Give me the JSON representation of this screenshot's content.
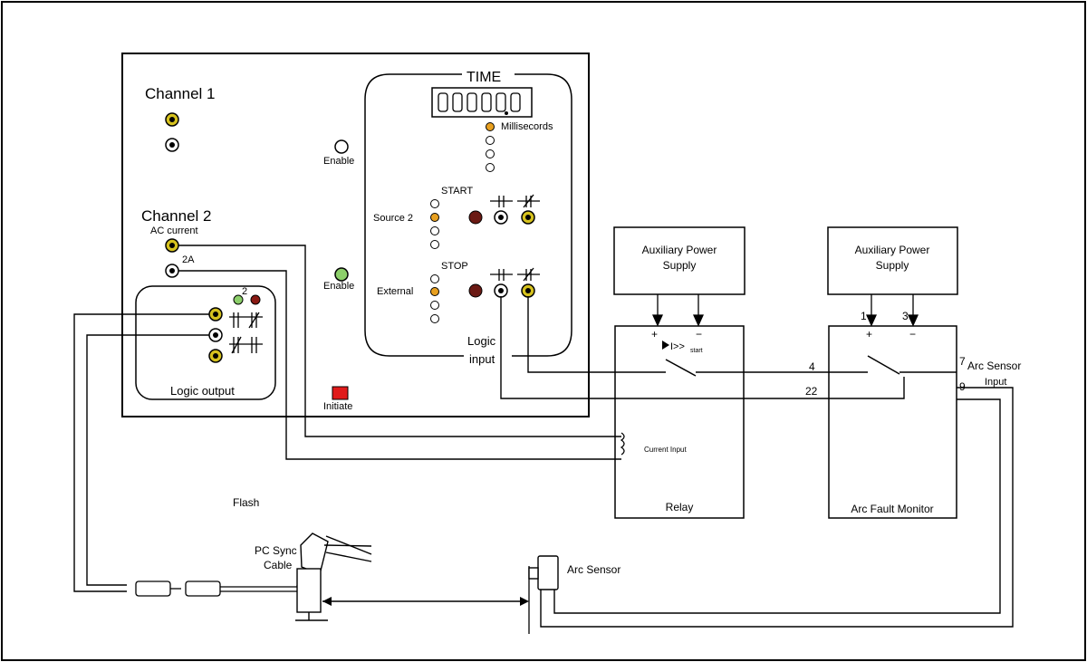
{
  "test_set": {
    "channel1": "Channel 1",
    "channel2": "Channel 2",
    "ac_current": "AC current",
    "range_2a": "2A",
    "enable_top": "Enable",
    "enable_bottom": "Enable",
    "time": "TIME",
    "milliseconds": "Millisecords",
    "start": "START",
    "stop": "STOP",
    "source2": "Source 2",
    "external": "External",
    "logic_input_1": "Logic",
    "logic_input_2": "input",
    "logic_output": "Logic output",
    "logic_output_num": "2",
    "initiate": "Initiate"
  },
  "relay": {
    "aux_supply_1": "Auxiliary Power",
    "aux_supply_2": "Supply",
    "plus": "+",
    "minus": "−",
    "start_symbol": "I>>",
    "start_sub": "start",
    "current_input": "Current Input",
    "name": "Relay"
  },
  "arc_monitor": {
    "aux_supply_1": "Auxiliary Power",
    "aux_supply_2": "Supply",
    "term1": "1",
    "term3": "3",
    "plus": "+",
    "minus": "−",
    "term4": "4",
    "term22": "22",
    "term7": "7",
    "term9": "9",
    "arc_input_1": "Arc Sensor",
    "arc_input_2": "Input",
    "name": "Arc Fault Monitor"
  },
  "field": {
    "flash": "Flash",
    "pc_sync_1": "PC Sync",
    "pc_sync_2": "Cable",
    "arc_sensor": "Arc Sensor"
  },
  "colors": {
    "terminal_yellow": "#d6c21e",
    "led_orange": "#e8a020",
    "led_green": "#8ccf6a",
    "start_stop_red": "#6b1a14",
    "initiate_red": "#e01a1a",
    "logic_red": "#8a1a14"
  }
}
